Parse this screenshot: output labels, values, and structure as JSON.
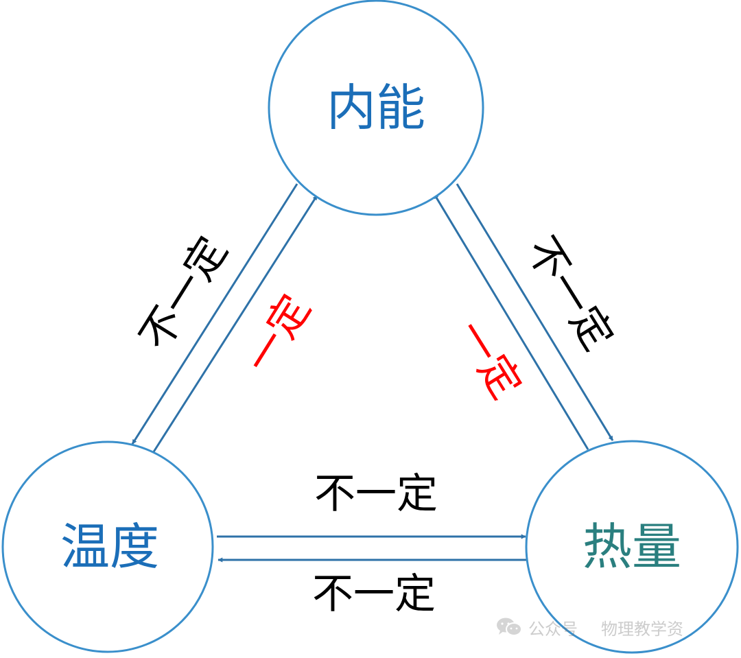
{
  "nodes": {
    "neineng": {
      "label": "内能",
      "color": "#1b6eb8"
    },
    "wendu": {
      "label": "温度",
      "color": "#1b6eb8"
    },
    "reliang": {
      "label": "热量",
      "color": "#2a7f7f"
    }
  },
  "edges": {
    "neineng_to_wendu": {
      "label": "不一定",
      "color": "#000000"
    },
    "wendu_to_neineng": {
      "label": "一定",
      "color": "#ff0000"
    },
    "neineng_to_reliang": {
      "label": "不一定",
      "color": "#000000"
    },
    "reliang_to_neineng": {
      "label": "一定",
      "color": "#ff0000"
    },
    "wendu_to_reliang": {
      "label": "不一定",
      "color": "#000000"
    },
    "reliang_to_wendu": {
      "label": "不一定",
      "color": "#000000"
    }
  },
  "watermark": {
    "icon": "wechat-icon",
    "prefix": "公众号",
    "account": "物理教学资"
  }
}
